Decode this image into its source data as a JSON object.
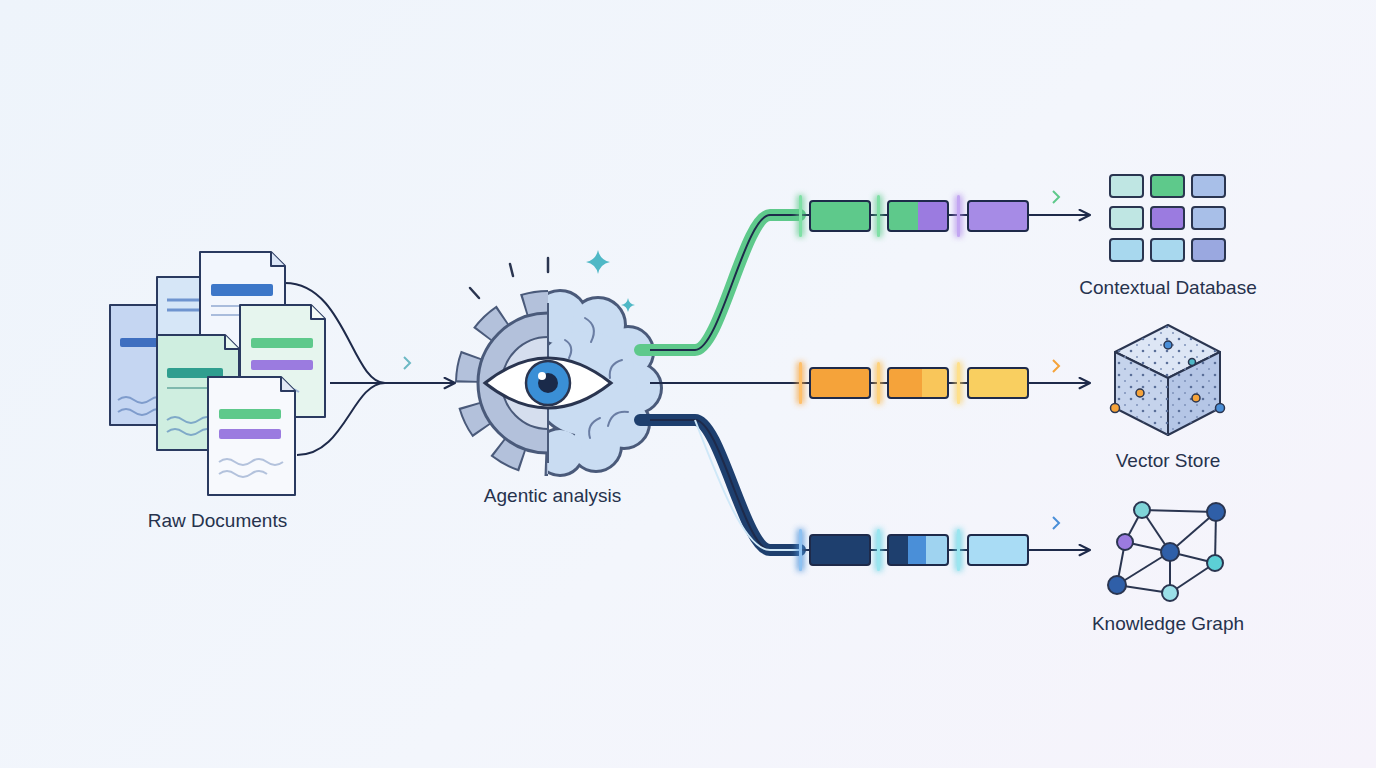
{
  "diagram": {
    "nodes": [
      {
        "text": [
          "Raw Documents"
        ]
      },
      {
        "text": [
          "Agentic analysis"
        ]
      },
      {
        "text": [
          "Contextual Database"
        ]
      },
      {
        "text": [
          "Vector Store"
        ]
      },
      {
        "text": [
          "Knowledge Graph"
        ]
      }
    ],
    "edges": [
      {
        "from": 0,
        "to": 1,
        "arrow": "to"
      },
      {
        "from": 1,
        "to": 2,
        "arrow": "to"
      },
      {
        "from": 1,
        "to": 3,
        "arrow": "to"
      },
      {
        "from": 1,
        "to": 4,
        "arrow": "to"
      }
    ]
  }
}
